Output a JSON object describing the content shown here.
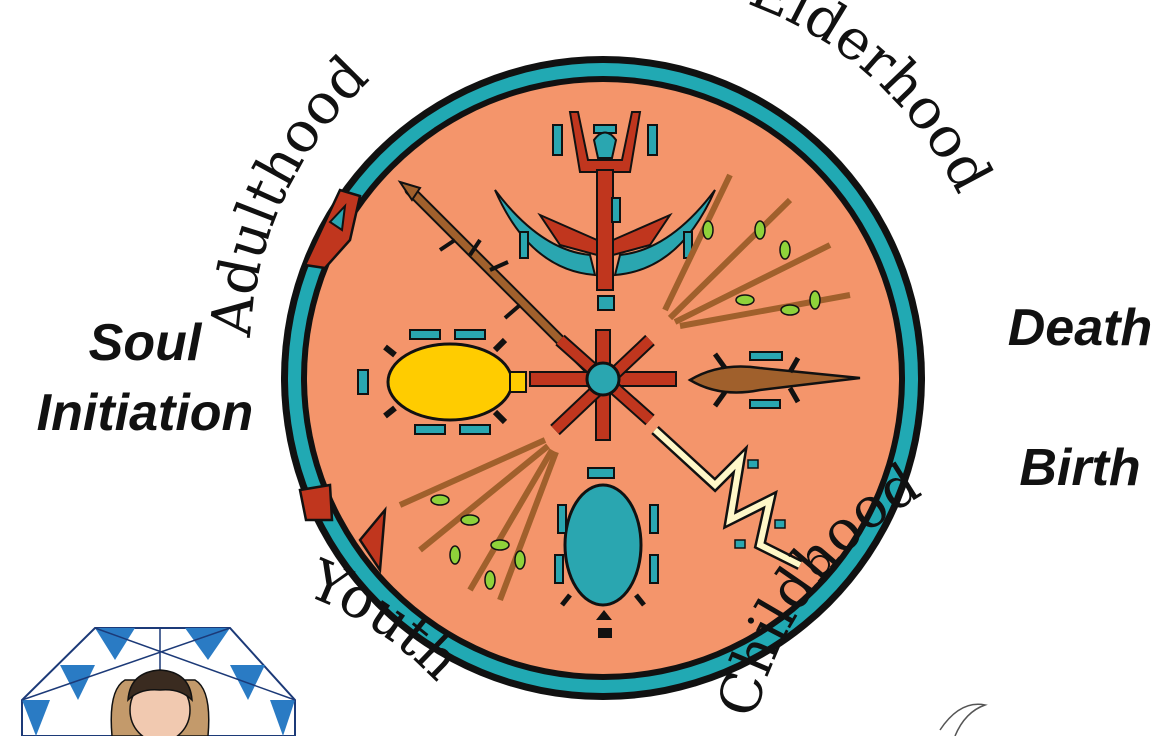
{
  "stages": {
    "adulthood": "Adulthood",
    "elderhood": "Elderhood",
    "childhood": "Childhood",
    "youth": "Youth"
  },
  "transitions": {
    "soul": "Soul",
    "initiation": "Initiation",
    "death": "Death",
    "birth": "Birth"
  },
  "colors": {
    "disc": "#f4956b",
    "rim": "#21a9b3",
    "outline": "#111111",
    "branch": "#c0361e",
    "turtle_yellow": "#ffcc00",
    "turtle_teal": "#2aa6b0",
    "lizard": "#a0602c",
    "leaf": "#8fd23a"
  },
  "icons": [
    "medicine-wheel",
    "bird-figure",
    "yellow-turtle",
    "teal-turtle",
    "lizard",
    "lightning-snake",
    "thorny-branch",
    "leafy-branch",
    "quilt-avatar"
  ]
}
